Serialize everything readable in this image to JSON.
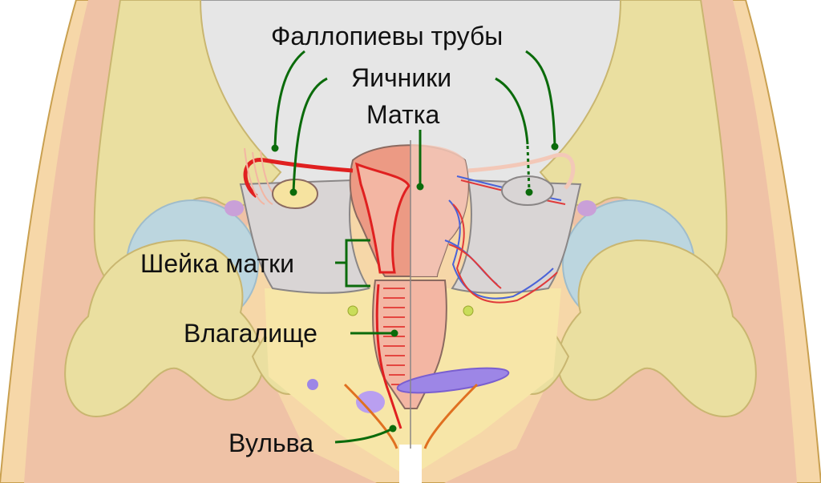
{
  "labels": {
    "fallopian_tubes": "Фаллопиевы трубы",
    "ovaries": "Яичники",
    "uterus": "Матка",
    "cervix": "Шейка матки",
    "vagina": "Влагалище",
    "vulva": "Вульва"
  },
  "colors": {
    "background": "#ffffff",
    "skin": "#f6d7a8",
    "muscle": "#efc2a6",
    "bone": "#eadfa0",
    "bone_outline": "#c9b670",
    "cartilage": "#bcd6df",
    "abdomen": "#e6e6e6",
    "broad_ligament": "#d9d5d5",
    "organ_pink": "#f3b6a3",
    "organ_red": "#e02020",
    "uterus_cut": "#ec9a84",
    "vessel_blue": "#4a63d8",
    "vessel_red": "#e03a3a",
    "leader_green": "#0b6b0b",
    "clitoris_purple": "#9d86e6",
    "node_olive": "#c9dd5a"
  }
}
